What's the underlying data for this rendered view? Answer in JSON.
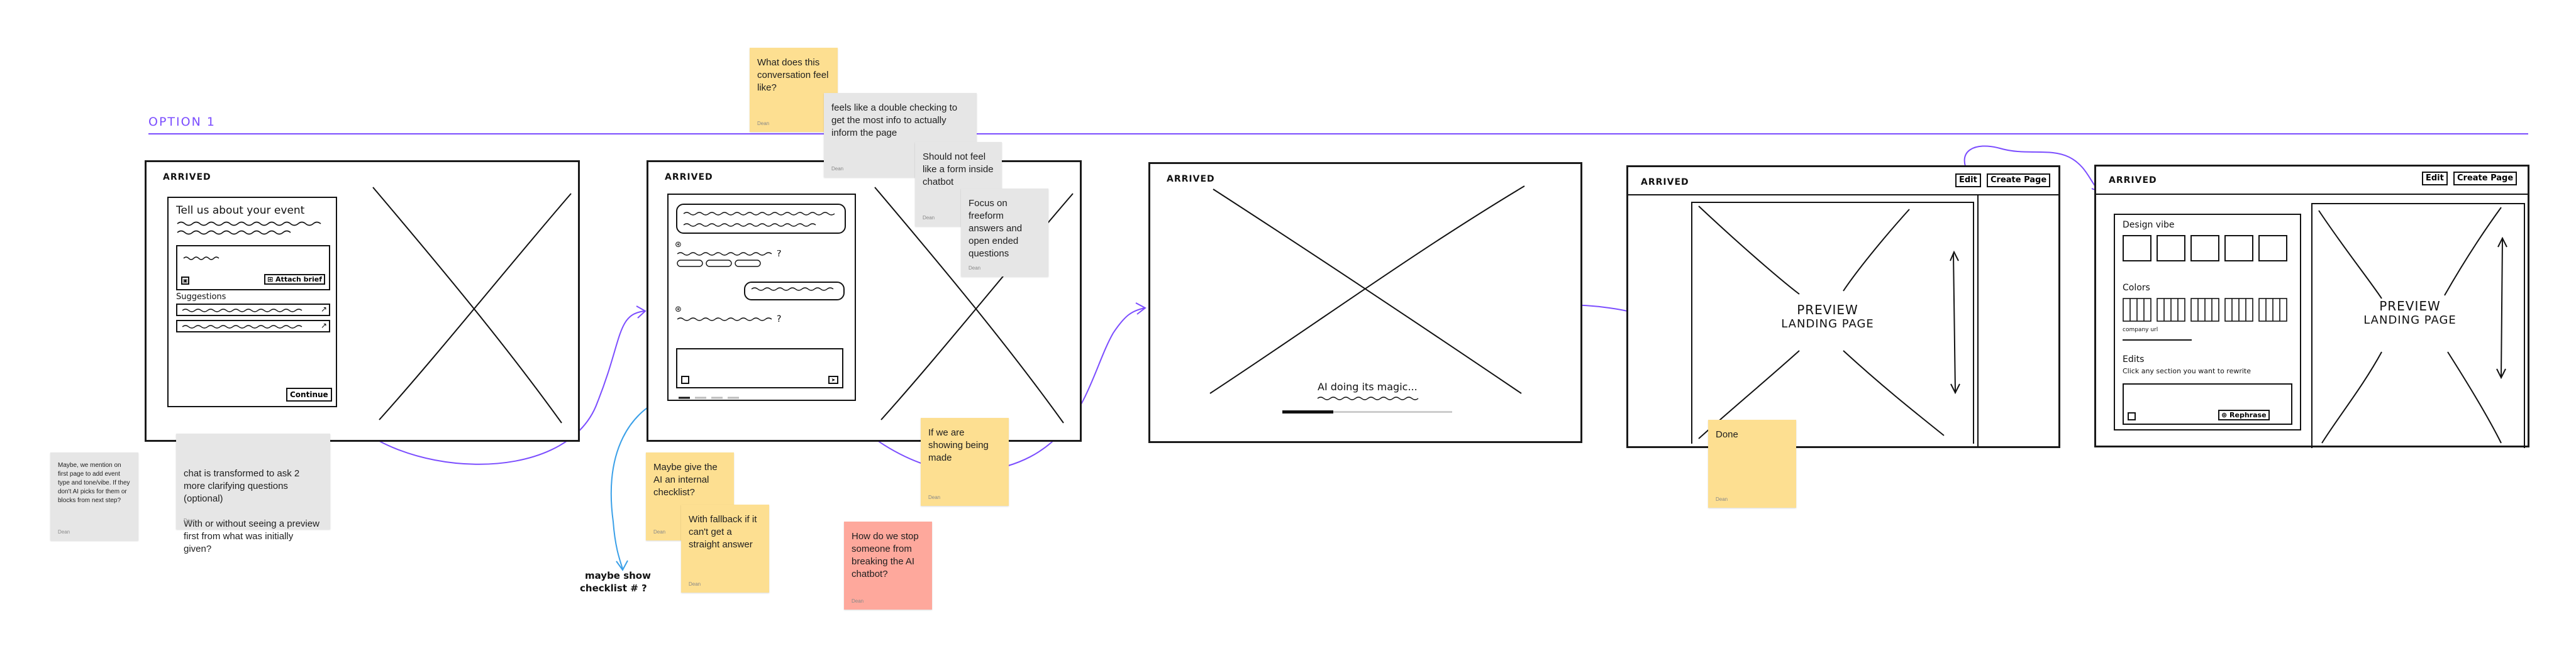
{
  "option_label": "OPTION 1",
  "frames": {
    "f1": {
      "title": "ARRIVED",
      "heading": "Tell us about your event",
      "attach_label": "Attach brief",
      "suggestions_label": "Suggestions",
      "continue_label": "Continue"
    },
    "f2": {
      "title": "ARRIVED"
    },
    "f3": {
      "title": "ARRIVED",
      "progress_text": "AI doing its magic...",
      "progress_fraction": 0.3
    },
    "f4": {
      "title": "ARRIVED",
      "edit_label": "Edit",
      "create_label": "Create Page",
      "preview_line1": "PREVIEW",
      "preview_line2": "LANDING PAGE"
    },
    "f5": {
      "title": "ARRIVED",
      "edit_label": "Edit",
      "create_label": "Create Page",
      "design_vibe_label": "Design vibe",
      "colors_label": "Colors",
      "company_label": "company url",
      "edits_label": "Edits",
      "edits_hint": "Click any section you want to rewrite",
      "rephrase_label": "Rephrase",
      "preview_line1": "PREVIEW",
      "preview_line2": "LANDING PAGE"
    }
  },
  "notes": {
    "n_feel": {
      "text": "What does this conversation feel like?",
      "author": "Dean"
    },
    "n_double": {
      "text": "feels like a double checking to get the most info to actually inform the page",
      "author": "Dean"
    },
    "n_form": {
      "text": "Should not feel like a form inside chatbot",
      "author": "Dean"
    },
    "n_freeform": {
      "text": "Focus on freeform answers and open ended questions",
      "author": "Dean"
    },
    "n_mention": {
      "text": "Maybe, we mention on first page to add event type and tone/vibe. If they don't AI picks for them or blocks from next step?",
      "author": "Dean"
    },
    "n_clarify": {
      "text": "chat is transformed to ask 2 more clarifying questions (optional)\n\nWith or without seeing a preview first from what was initially given?",
      "author": "Dean"
    },
    "n_checklist": {
      "text": "Maybe give the AI an internal checklist?",
      "author": "Dean"
    },
    "n_fallback": {
      "text": "With fallback if it can't get a straight answer",
      "author": "Dean"
    },
    "n_breaking": {
      "text": "How do we stop someone from breaking the AI chatbot?",
      "author": "Dean"
    },
    "n_showing": {
      "text": "If we are showing being made",
      "author": "Dean"
    },
    "n_done": {
      "text": "Done",
      "author": "Dean"
    }
  },
  "annotations": {
    "checklist_text_1": "maybe show",
    "checklist_text_2": "checklist # ?"
  },
  "colors": {
    "accent_purple": "#7b4dff",
    "arrow_blue": "#3aa0e8",
    "sticky_yellow": "#fddf91",
    "sticky_gray": "#e6e6e6",
    "sticky_red": "#fea89c"
  }
}
